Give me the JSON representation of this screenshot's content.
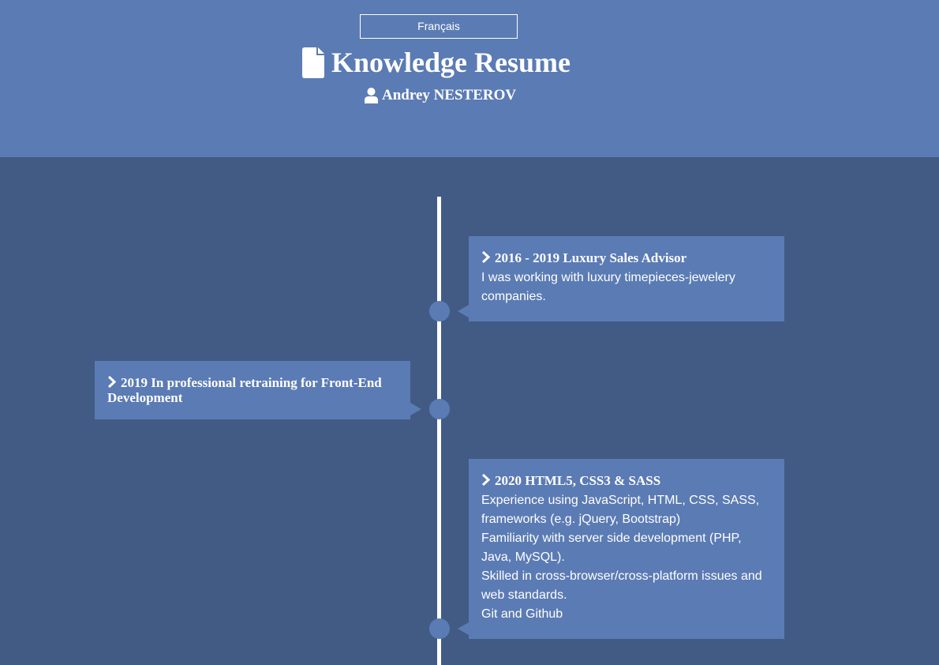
{
  "header": {
    "language_button": "Français",
    "title": "Knowledge Resume",
    "title_icon": "file-icon",
    "author_icon": "user-icon",
    "author": "Andrey NESTEROV"
  },
  "timeline": {
    "items": [
      {
        "side": "right",
        "title": "2016 - 2019 Luxury Sales Advisor",
        "body": [
          "I was working with luxury timepieces-jewelery companies."
        ]
      },
      {
        "side": "left",
        "title": "2019 In professional retraining for Front-End Development",
        "body": []
      },
      {
        "side": "right",
        "title": "2020 HTML5, CSS3 & SASS",
        "body": [
          "Experience using JavaScript, HTML, CSS, SASS, frameworks (e.g. jQuery, Bootstrap)",
          "Familiarity with server side development (PHP, Java, MySQL).",
          "Skilled in cross-browser/cross-platform issues and web standards.",
          "Git and Github"
        ]
      }
    ]
  },
  "colors": {
    "header_bg": "#5b7bb4",
    "page_bg": "#425b85",
    "card_bg": "#5b7bb4",
    "line": "#ffffff"
  }
}
